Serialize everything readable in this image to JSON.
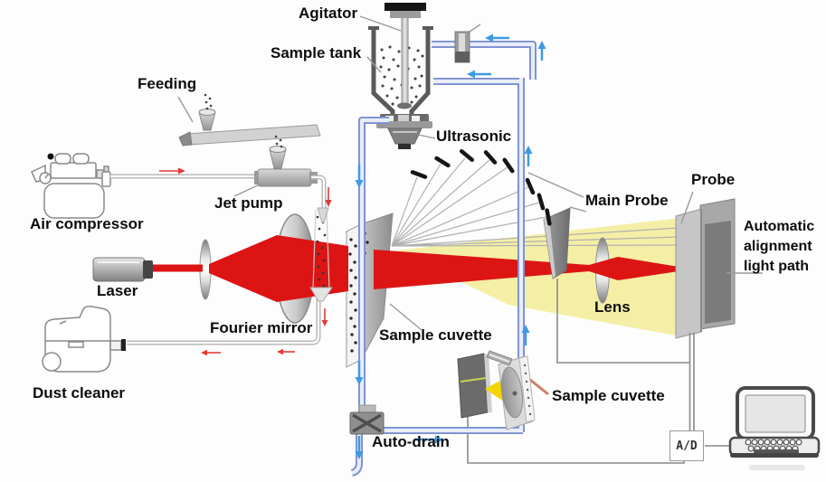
{
  "labels": {
    "agitator": "Agitator",
    "sample_tank": "Sample tank",
    "feeding": "Feeding",
    "jet_pump": "Jet pump",
    "air_compressor": "Air compressor",
    "laser": "Laser",
    "fourier_mirror": "Fourier mirror",
    "dust_cleaner": "Dust cleaner",
    "ultrasonic": "Ultrasonic",
    "sample_cuvette_dry": "Sample cuvette",
    "auto_drain": "Auto-drain",
    "sample_cuvette_wet": "Sample cuvette",
    "main_probe": "Main Probe",
    "probe": "Probe",
    "lens": "Lens",
    "auto_alignment_lines": [
      "Automatic",
      "alignment",
      "light path"
    ],
    "ad_converter": "A/D"
  },
  "colors": {
    "beam_red": "#dd1414",
    "scatter_yellow": "#f5efa6",
    "cone_yellow": "#f2d400",
    "pipe_blue": "#7b8fd0",
    "pipe_fill": "#e8edf8",
    "flow_arrow_blue": "#3d9be0",
    "flow_arrow_red": "#e03a3a",
    "leader_salmon": "#cf7c6a"
  }
}
